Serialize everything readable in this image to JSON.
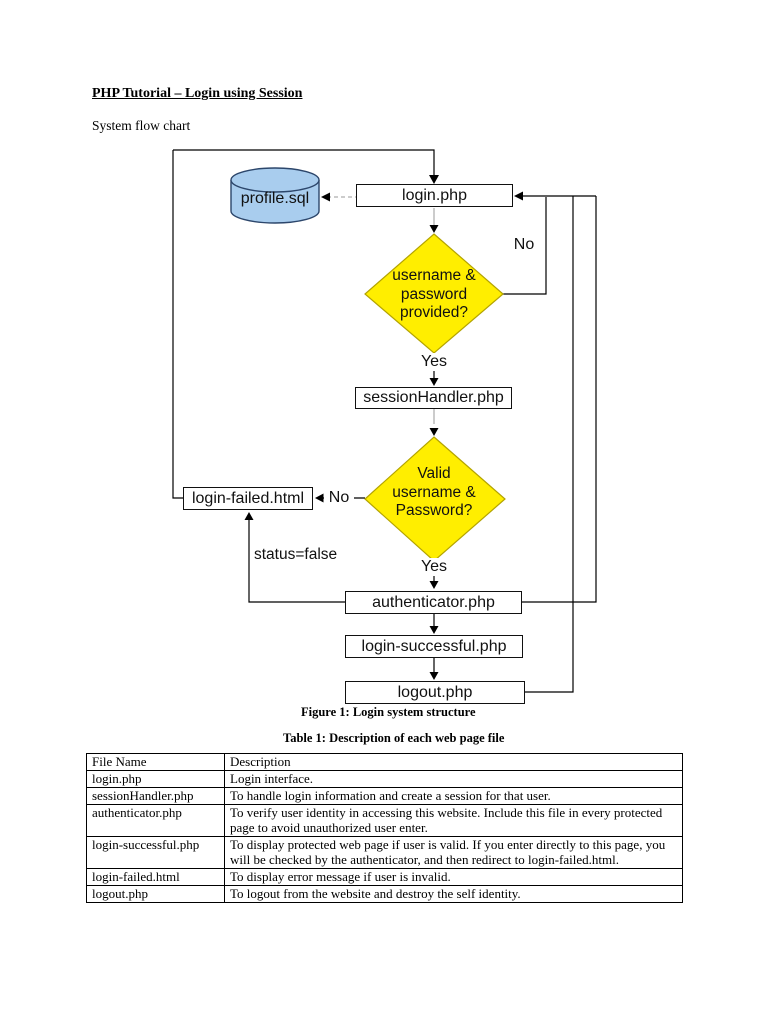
{
  "document": {
    "title": "PHP Tutorial – Login using Session",
    "subtitle": "System flow chart",
    "figure_caption": "Figure 1: Login system structure",
    "table_caption": "Table 1: Description of each web page file"
  },
  "flowchart": {
    "nodes": {
      "profile_sql": "profile.sql",
      "login_php": "login.php",
      "session_handler_php": "sessionHandler.php",
      "login_failed_html": "login-failed.html",
      "authenticator_php": "authenticator.php",
      "login_successful_php": "login-successful.php",
      "logout_php": "logout.php"
    },
    "decisions": {
      "credentials_provided": [
        "username &",
        "password",
        "provided?"
      ],
      "credentials_valid": [
        "Valid",
        "username &",
        "Password?"
      ]
    },
    "edge_labels": {
      "no_top": "No",
      "yes_top": "Yes",
      "no_mid": "No",
      "yes_mid": "Yes",
      "status_false": "status=false"
    },
    "colors": {
      "decision_fill": "#ffee00",
      "decision_border": "#b3a300",
      "database_fill": "#a9cdee",
      "database_border": "#2c466b",
      "connector": "#000000"
    }
  },
  "table": {
    "headers": {
      "file": "File Name",
      "description": "Description"
    },
    "rows": [
      {
        "file": "login.php",
        "description": "Login interface."
      },
      {
        "file": "sessionHandler.php",
        "description": "To handle login information and create a session for that user."
      },
      {
        "file": "authenticator.php",
        "description": "To verify user identity in accessing this website. Include this file in every protected page to avoid unauthorized user enter."
      },
      {
        "file": "login-successful.php",
        "description": "To display protected web page if user is valid. If you enter directly to this page, you will be checked by the authenticator, and then redirect to login-failed.html."
      },
      {
        "file": "login-failed.html",
        "description": "To display error message if user is invalid."
      },
      {
        "file": "logout.php",
        "description": "To logout from the website and destroy the self identity."
      }
    ]
  }
}
